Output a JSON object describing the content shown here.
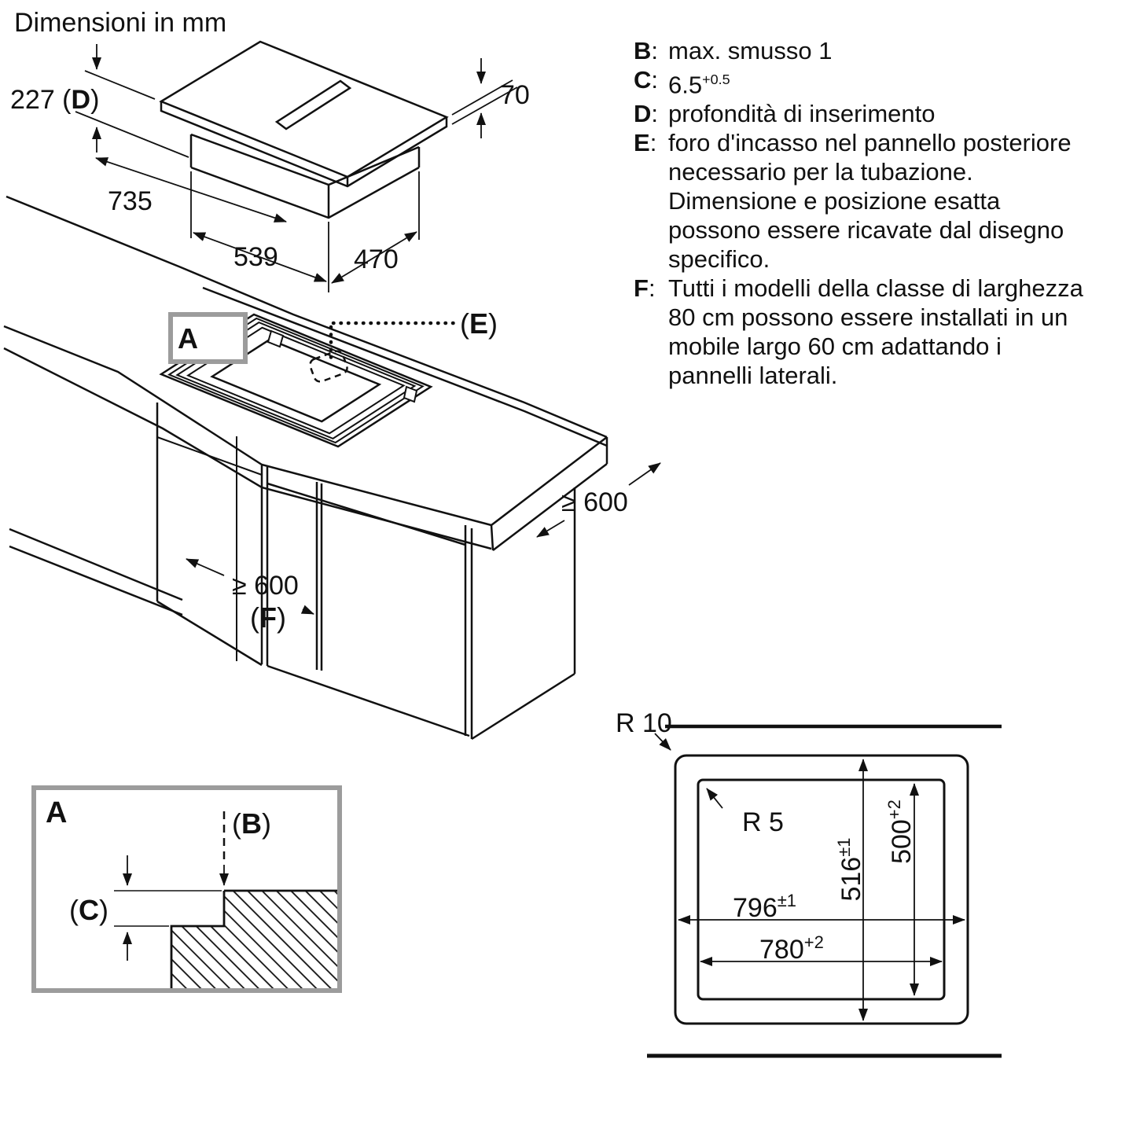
{
  "title": "Dimensioni in mm",
  "punct": {
    "colon": ":",
    "open": "(",
    "close": ")"
  },
  "legend": {
    "b_key": "B",
    "b_text": "max. smusso 1",
    "c_key": "C",
    "c_base": "6.5",
    "c_sup": "+0.5",
    "d_key": "D",
    "d_text": "profondità di inserimento",
    "e_key": "E",
    "e_lines": [
      "foro d'incasso nel pannello posteriore",
      "necessario per la tubazione.",
      "Dimensione e posizione esatta",
      "possono essere ricavate dal disegno",
      "specifico."
    ],
    "f_key": "F",
    "f_lines": [
      "Tutti i modelli della classe di larghezza",
      "80 cm possono essere installati in un",
      "mobile largo 60 cm adattando i",
      "pannelli laterali."
    ]
  },
  "hob": {
    "dim_depth_prefix": "227 (",
    "dim_depth_letter": "D",
    "dim_depth_suffix": ")",
    "dim_height": "70",
    "dim_width_glass": "735",
    "dim_width_body": "539",
    "dim_depth_body": "470"
  },
  "cabinet": {
    "label_a": "A",
    "label_e_letter": "E",
    "dim_depth": "≥ 600",
    "dim_width": "≥ 600",
    "label_f_letter": "F"
  },
  "detail": {
    "label_a": "A",
    "label_b_letter": "B",
    "label_c_letter": "C"
  },
  "plan": {
    "radius_outer": "R 10",
    "radius_inner": "R 5",
    "width_outer_base": "796",
    "width_outer_sup": "±1",
    "width_inner_base": "780",
    "width_inner_sup": "+2",
    "height_outer_base": "516",
    "height_outer_sup": "±1",
    "height_inner_base": "500",
    "height_inner_sup": "+2"
  },
  "colors": {
    "line": "#111111",
    "frame_gray": "#9c9c9c",
    "background": "#ffffff"
  }
}
